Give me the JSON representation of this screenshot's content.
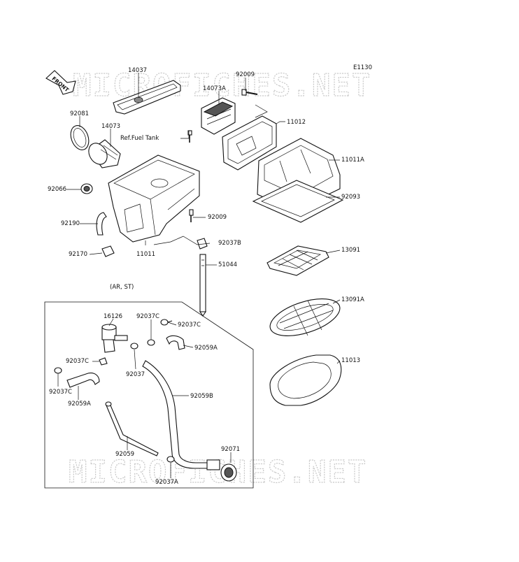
{
  "diagram": {
    "code": "E1130",
    "front_label": "FRONT",
    "group_label": "(AR, ST)",
    "ref_label": "Ref.Fuel Tank",
    "watermark": "MICROFICHES.NET"
  },
  "parts": [
    {
      "id": "p14037",
      "number": "14037"
    },
    {
      "id": "p92009a",
      "number": "92009"
    },
    {
      "id": "p14073A",
      "number": "14073A"
    },
    {
      "id": "p92081",
      "number": "92081"
    },
    {
      "id": "p14073",
      "number": "14073"
    },
    {
      "id": "p11012",
      "number": "11012"
    },
    {
      "id": "p11011A",
      "number": "11011A"
    },
    {
      "id": "p92066",
      "number": "92066"
    },
    {
      "id": "p92093",
      "number": "92093"
    },
    {
      "id": "p92009b",
      "number": "92009"
    },
    {
      "id": "p92190",
      "number": "92190"
    },
    {
      "id": "p92037B",
      "number": "92037B"
    },
    {
      "id": "p92170",
      "number": "92170"
    },
    {
      "id": "p11011",
      "number": "11011"
    },
    {
      "id": "p13091",
      "number": "13091"
    },
    {
      "id": "p51044",
      "number": "51044"
    },
    {
      "id": "p13091A",
      "number": "13091A"
    },
    {
      "id": "p16126",
      "number": "16126"
    },
    {
      "id": "p92037Ca",
      "number": "92037C"
    },
    {
      "id": "p92037Cb",
      "number": "92037C"
    },
    {
      "id": "p92059A_r",
      "number": "92059A"
    },
    {
      "id": "p92037Cc",
      "number": "92037C"
    },
    {
      "id": "p11013",
      "number": "11013"
    },
    {
      "id": "p92037",
      "number": "92037"
    },
    {
      "id": "p92037Cd",
      "number": "92037C"
    },
    {
      "id": "p92059B",
      "number": "92059B"
    },
    {
      "id": "p92059A_l",
      "number": "92059A"
    },
    {
      "id": "p92059",
      "number": "92059"
    },
    {
      "id": "p92071",
      "number": "92071"
    },
    {
      "id": "p92037A",
      "number": "92037A"
    }
  ]
}
